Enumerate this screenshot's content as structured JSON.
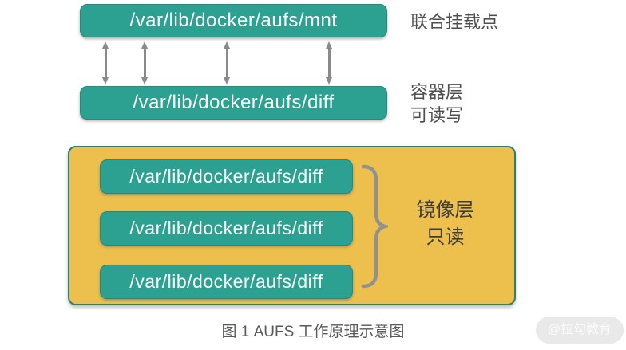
{
  "diagram": {
    "union_mount": {
      "box_label": "/var/lib/docker/aufs/mnt",
      "side_label": "联合挂载点"
    },
    "container_layer": {
      "box_label": "/var/lib/docker/aufs/diff",
      "side_label": "容器层\n可读写"
    },
    "image_layers": {
      "boxes": [
        "/var/lib/docker/aufs/diff",
        "/var/lib/docker/aufs/diff",
        "/var/lib/docker/aufs/diff"
      ],
      "side_label": "镜像层\n只读"
    },
    "caption": "图 1 AUFS 工作原理示意图",
    "watermark": "@拉勾教育"
  },
  "colors": {
    "teal_box": "#2CA192",
    "yellow_container": "#EDC04D",
    "yellow_border": "#2C8070",
    "arrow_gray": "#8A8A8A",
    "brace_gray": "#919191",
    "label_gray": "#4F4F4F",
    "caption_gray": "#595959",
    "watermark_bg": "#E9E9E9",
    "box_text": "#FFFFFF"
  }
}
